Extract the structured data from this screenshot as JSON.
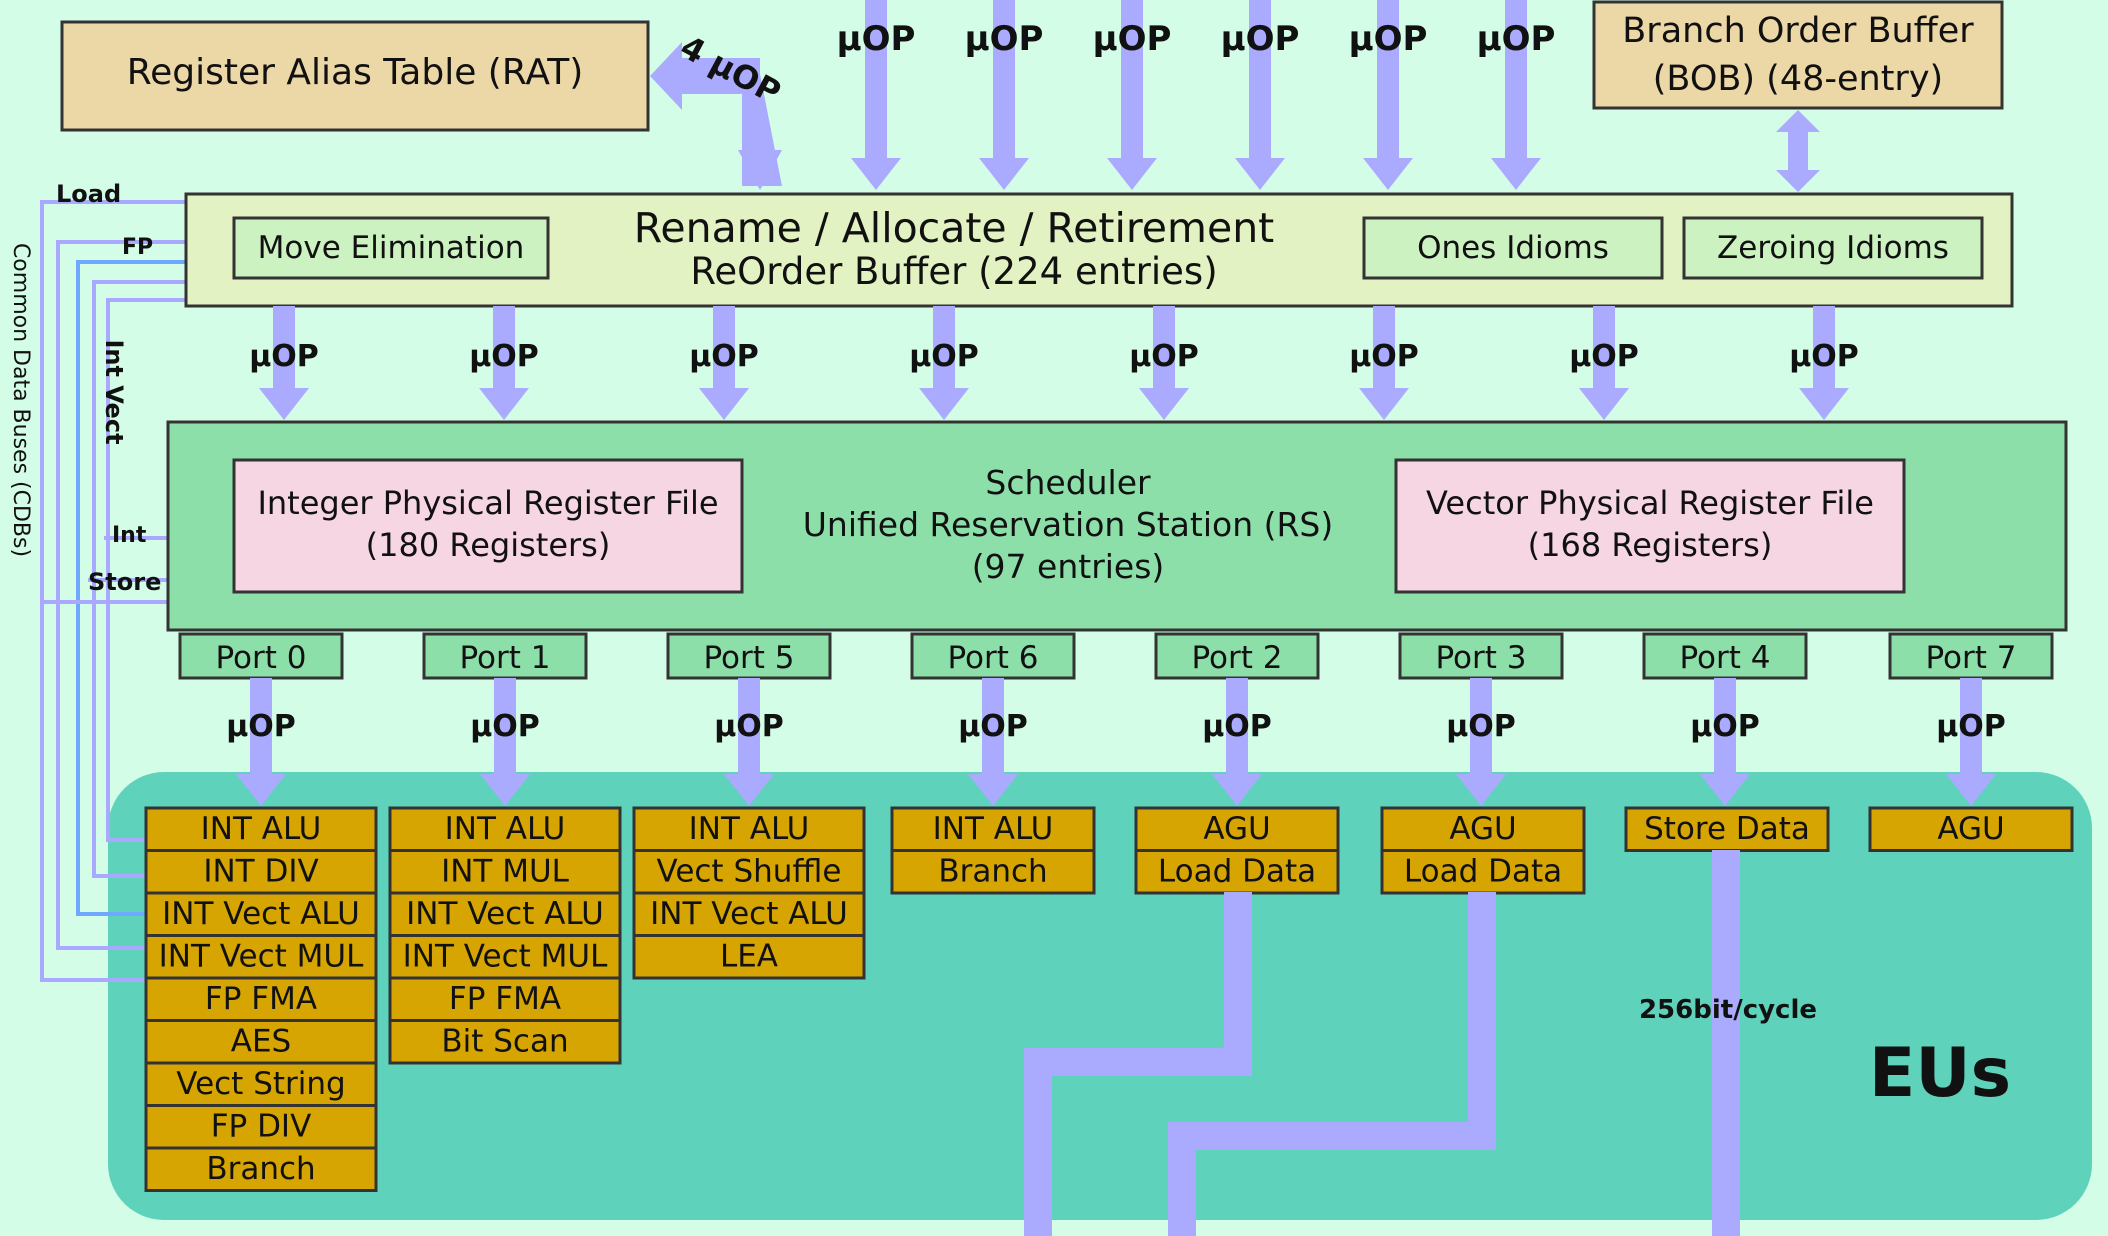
{
  "rat": {
    "label": "Register Alias Table (RAT)"
  },
  "rat_flow_label": "4 μOP",
  "uop": "μOP",
  "bob": {
    "line1": "Branch Order Buffer",
    "line2": "(BOB) (48-entry)"
  },
  "rename": {
    "title": "Rename / Allocate / Retirement",
    "subtitle": "ReOrder Buffer (224 entries)",
    "move_elimination": "Move Elimination",
    "ones_idioms": "Ones Idioms",
    "zeroing_idioms": "Zeroing Idioms"
  },
  "cdb": {
    "title": "Common Data Buses (CDBs)",
    "load": "Load",
    "fp": "FP",
    "int_vect": "Int Vect",
    "int": "Int",
    "store": "Store"
  },
  "scheduler": {
    "line1": "Scheduler",
    "line2": "Unified Reservation Station (RS)",
    "line3": "(97 entries)"
  },
  "int_prf": {
    "line1": "Integer Physical Register File",
    "line2": "(180 Registers)"
  },
  "vec_prf": {
    "line1": "Vector Physical Register File",
    "line2": "(168 Registers)"
  },
  "ports": [
    {
      "label": "Port 0",
      "units": [
        "INT ALU",
        "INT DIV",
        "INT Vect ALU",
        "INT Vect MUL",
        "FP FMA",
        "AES",
        "Vect String",
        "FP DIV",
        "Branch"
      ]
    },
    {
      "label": "Port 1",
      "units": [
        "INT ALU",
        "INT MUL",
        "INT Vect ALU",
        "INT Vect MUL",
        "FP FMA",
        "Bit Scan"
      ]
    },
    {
      "label": "Port 5",
      "units": [
        "INT ALU",
        "Vect Shuffle",
        "INT Vect ALU",
        "LEA"
      ]
    },
    {
      "label": "Port 6",
      "units": [
        "INT ALU",
        "Branch"
      ]
    },
    {
      "label": "Port 2",
      "units": [
        "AGU",
        "Load Data"
      ]
    },
    {
      "label": "Port 3",
      "units": [
        "AGU",
        "Load Data"
      ]
    },
    {
      "label": "Port 4",
      "units": [
        "Store Data"
      ]
    },
    {
      "label": "Port 7",
      "units": [
        "AGU"
      ]
    }
  ],
  "store_bandwidth": "256bit/cycle",
  "eus_label": "EUs",
  "colors": {
    "background": "#d4fde8",
    "arrow": "#aaaaff",
    "bus": "#9999ff",
    "tan_box": "#ecd7a7",
    "rename_box": "#e3f2c2",
    "idiom_box": "#cdf2c2",
    "scheduler_box": "#8ddfaa",
    "prf_box": "#f5d6e2",
    "eu_region": "#5fd2bb",
    "eu_box": "#d6a501"
  }
}
